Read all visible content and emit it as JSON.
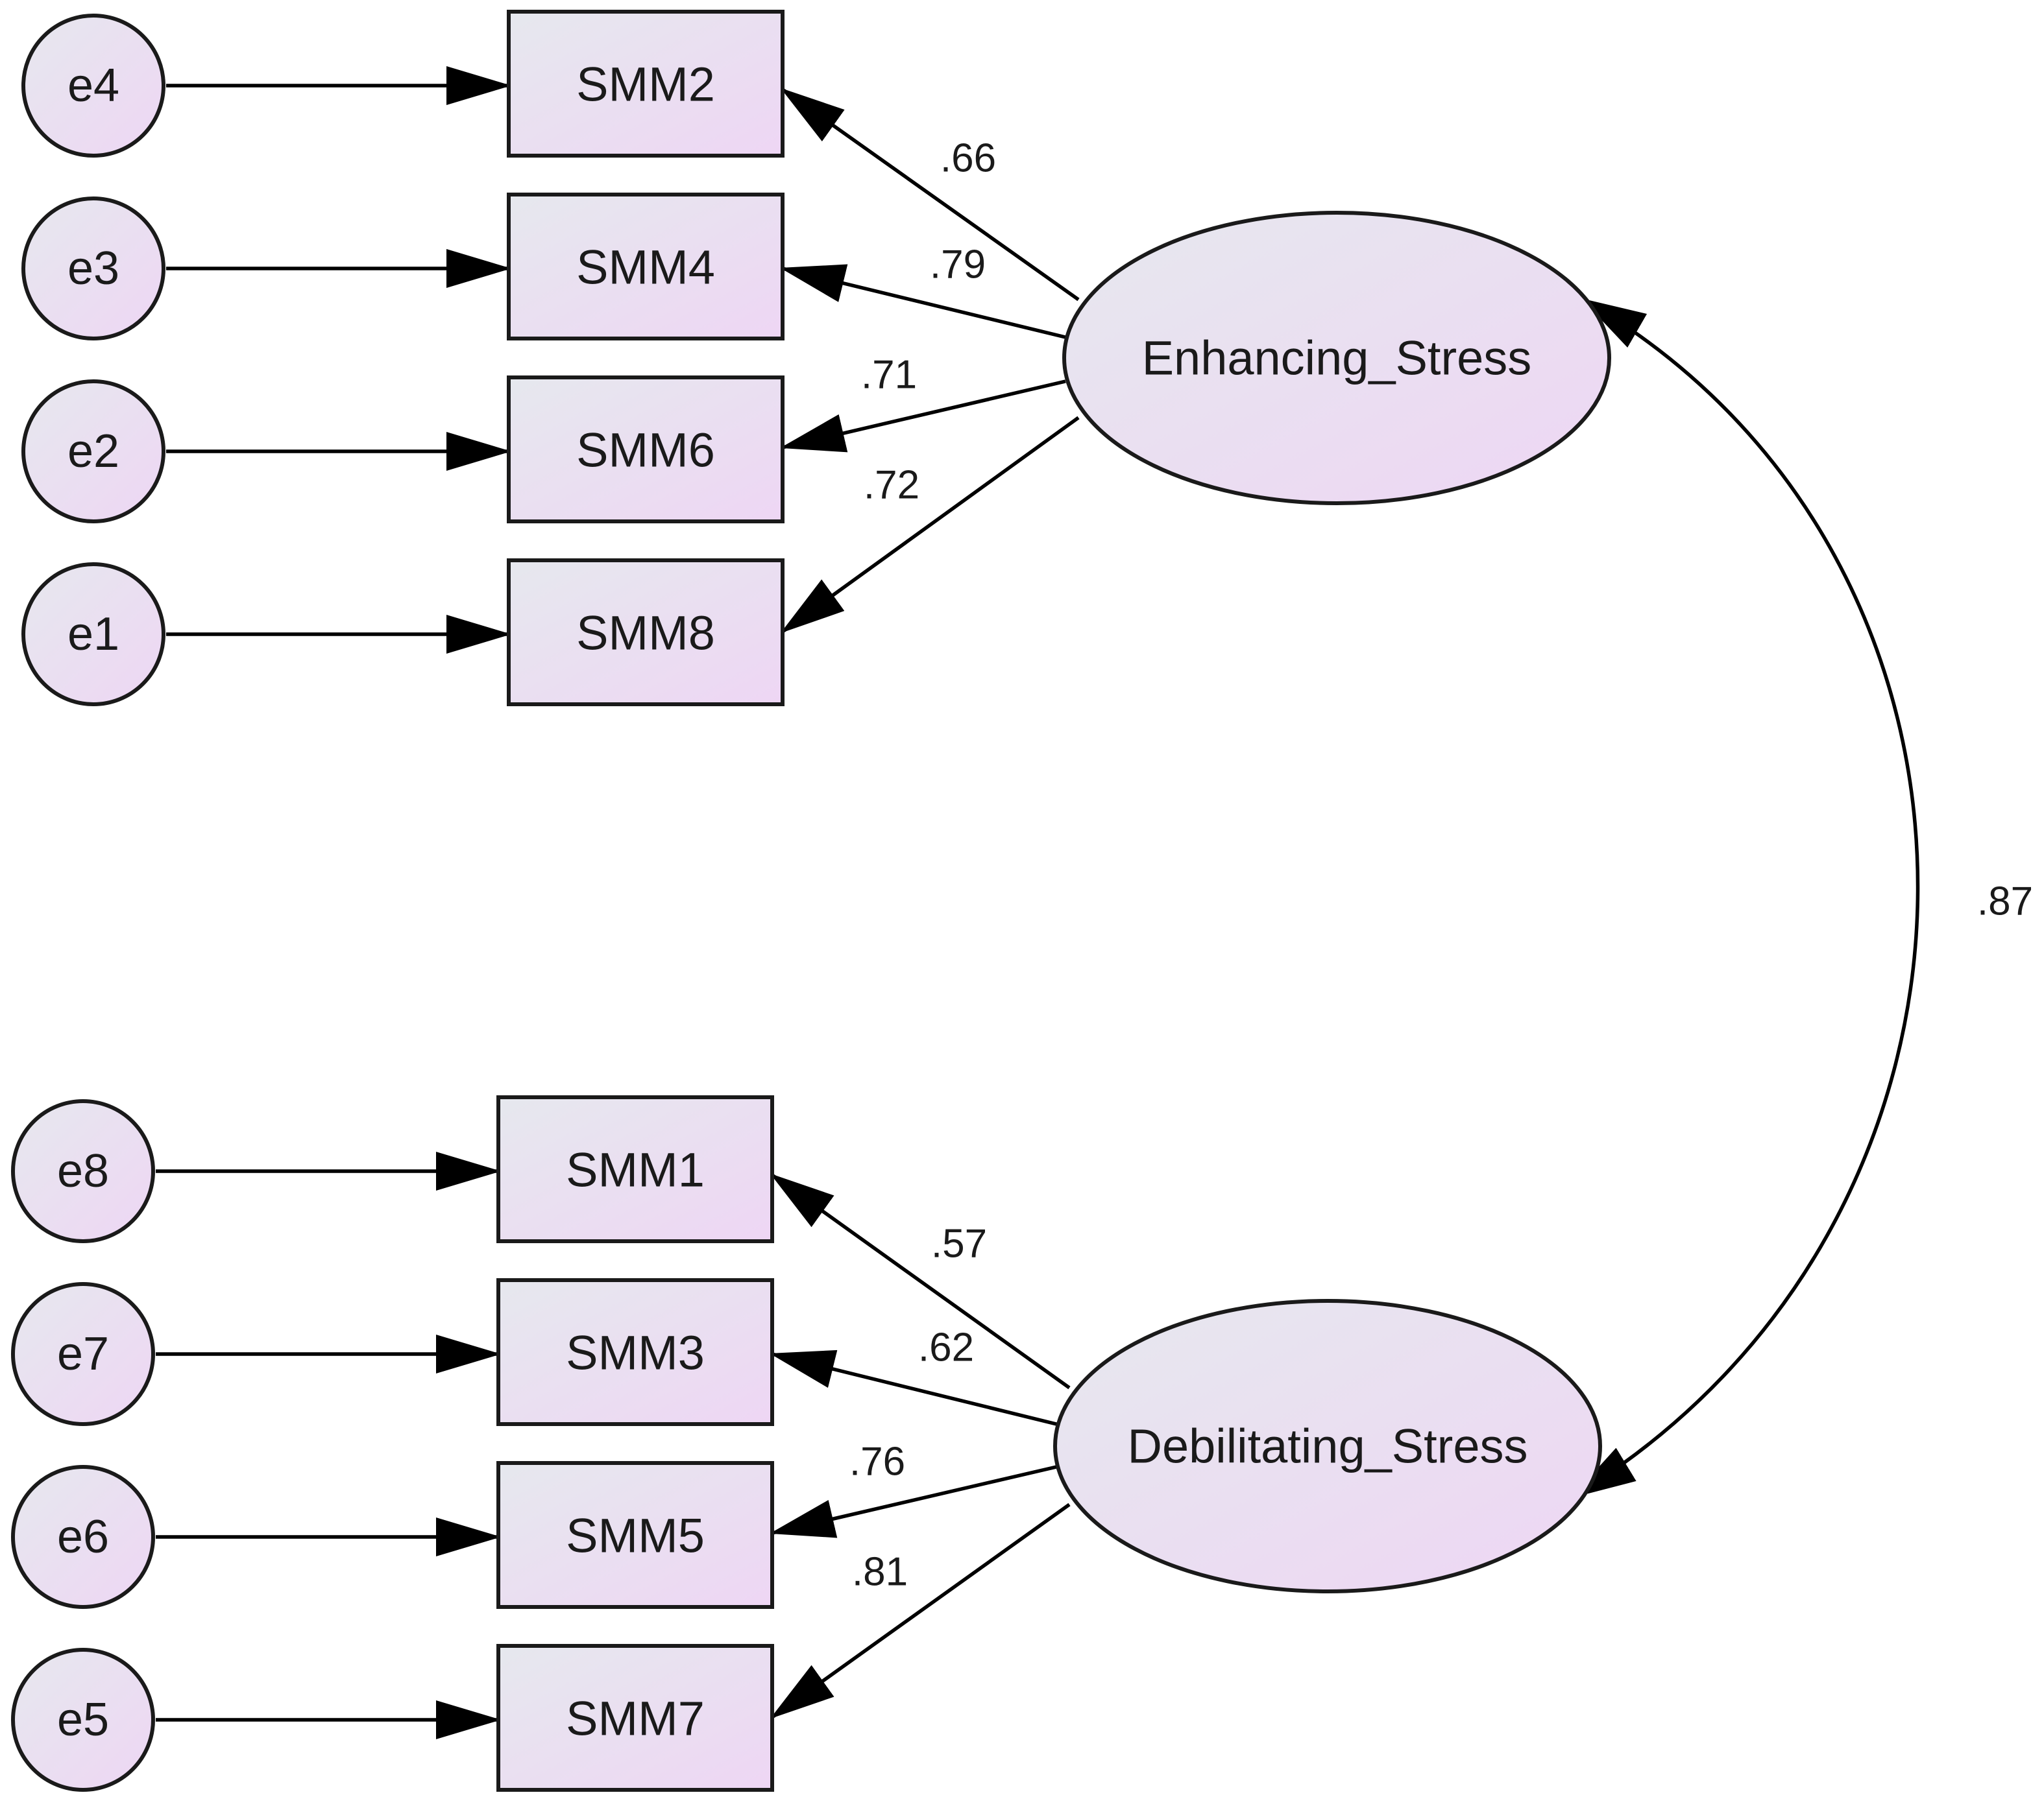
{
  "errors": {
    "e1": "e1",
    "e2": "e2",
    "e3": "e3",
    "e4": "e4",
    "e5": "e5",
    "e6": "e6",
    "e7": "e7",
    "e8": "e8"
  },
  "indicators": {
    "smm1": "SMM1",
    "smm2": "SMM2",
    "smm3": "SMM3",
    "smm4": "SMM4",
    "smm5": "SMM5",
    "smm6": "SMM6",
    "smm7": "SMM7",
    "smm8": "SMM8"
  },
  "latents": {
    "enhancing": "Enhancing_Stress",
    "debilitating": "Debilitating_Stress"
  },
  "loadings": {
    "enhancing": {
      "smm2": ".66",
      "smm4": ".79",
      "smm6": ".71",
      "smm8": ".72"
    },
    "debilitating": {
      "smm1": ".57",
      "smm3": ".62",
      "smm5": ".76",
      "smm7": ".81"
    }
  },
  "covariance": ".87",
  "colors": {
    "fill_light": "#e4e6ee",
    "fill_pink": "#efd7f5",
    "stroke": "#1a1a1a"
  }
}
